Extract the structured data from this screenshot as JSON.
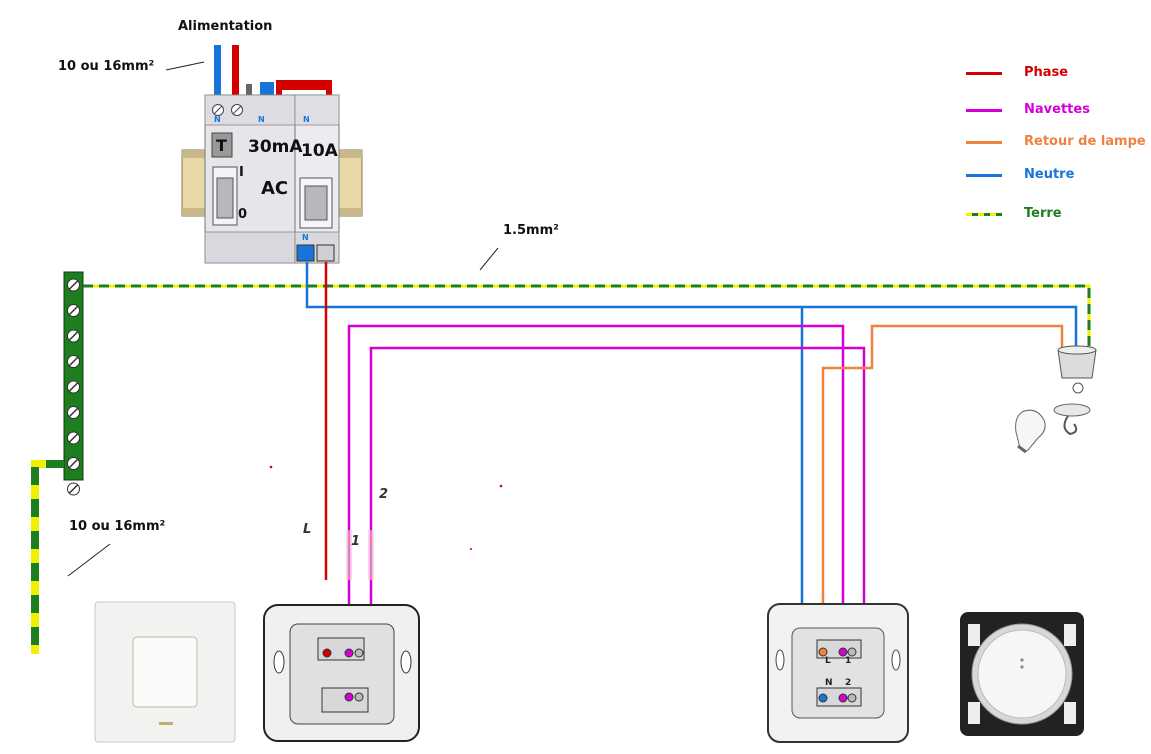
{
  "labels": {
    "supply": "Alimentation",
    "supply_section": "10 ou 16mm²",
    "cable_section": "1.5mm²",
    "earth_section": "10 ou 16mm²"
  },
  "legend": [
    {
      "label": "Phase",
      "color": "#d40000",
      "style": "solid"
    },
    {
      "label": "Navettes",
      "color": "#d400d4",
      "style": "solid"
    },
    {
      "label": "Retour de lampe",
      "color": "#f08040",
      "style": "solid"
    },
    {
      "label": "Neutre",
      "color": "#1874d8",
      "style": "solid"
    },
    {
      "label": "Terre",
      "color": "#1e7d1e",
      "style": "dashed-yellow-green"
    }
  ],
  "breaker": {
    "rcd_type": "T",
    "rcd_rating": "30mA",
    "rcd_class": "AC",
    "pos_on": "I",
    "pos_off": "0",
    "mcb_rating": "10A",
    "neutral_mark": "N"
  },
  "wire_tags": {
    "phase": "L",
    "traveler_1": "1",
    "traveler_2": "2"
  },
  "switch_terminals": {
    "line": "L",
    "traveler_1": "1",
    "neutral": "N",
    "traveler_2": "2"
  },
  "colors": {
    "phase": "#d40000",
    "traveler": "#d400d4",
    "lamp_return": "#f08040",
    "neutral": "#1874d8",
    "earth_green": "#1e7d1e",
    "earth_yellow": "#f0f000"
  }
}
